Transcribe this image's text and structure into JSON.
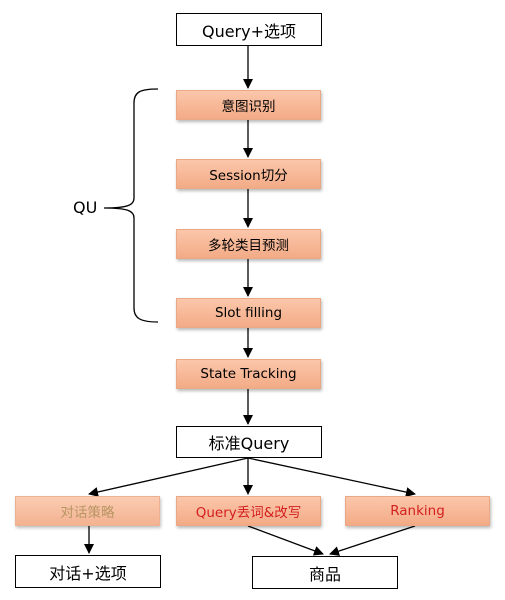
{
  "nodes": {
    "query_options": "Query+选项",
    "intent": "意图识别",
    "session": "Session切分",
    "multi_round": "多轮类目预测",
    "slot_filling": "Slot filling",
    "state_tracking": "State Tracking",
    "standard_query": "标准Query",
    "dialog_strategy": "对话策略",
    "query_rewrite": "Query丢词&改写",
    "ranking": "Ranking",
    "dialog_options": "对话+选项",
    "product": "商品"
  },
  "group_label": "QU",
  "colors": {
    "box_fill": "#f6b896",
    "highlight_text": "#d41f1f",
    "faded_text": "#b08a52"
  }
}
